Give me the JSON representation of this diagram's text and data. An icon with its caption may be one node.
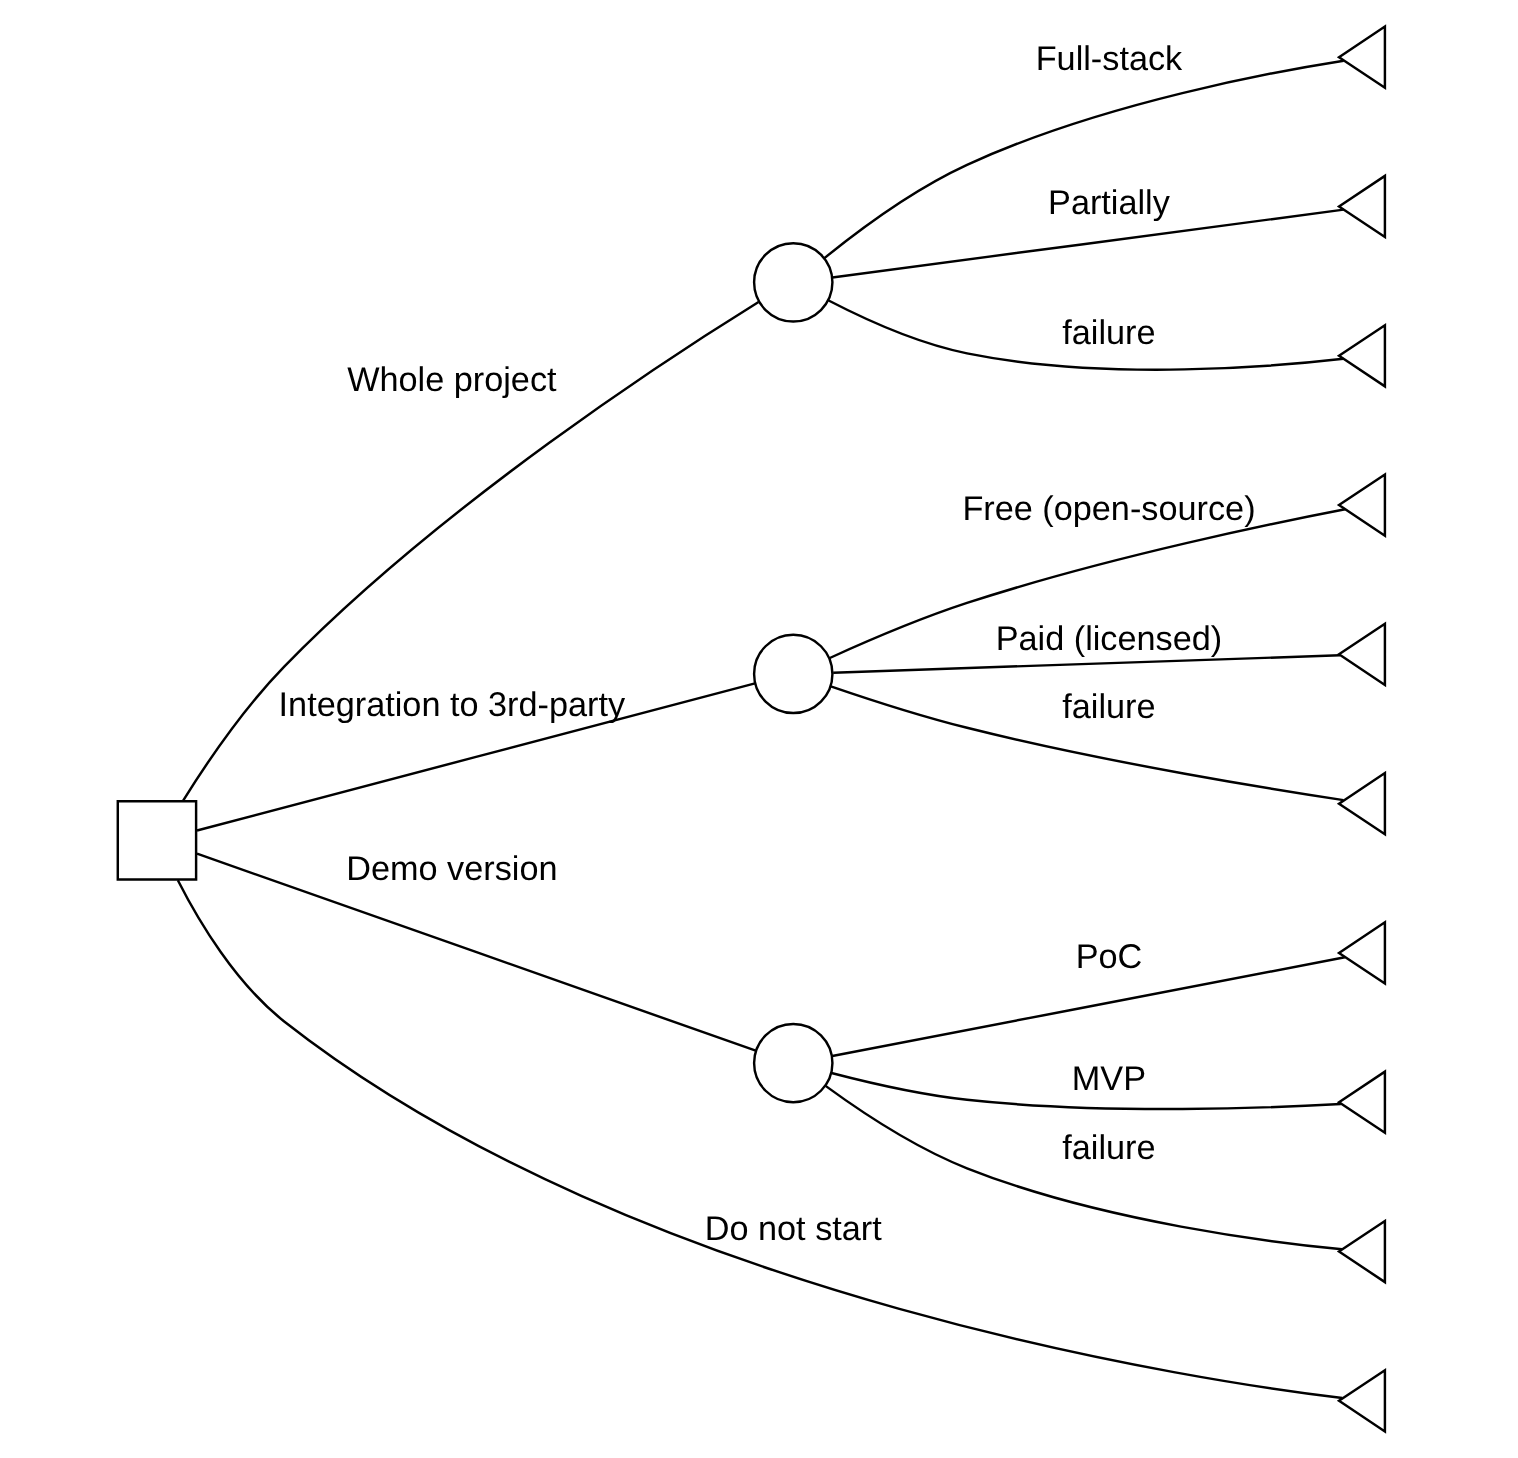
{
  "diagram": {
    "nodes": [
      {
        "text": [],
        "shape": "box"
      },
      {
        "text": [],
        "shape": "circle"
      },
      {
        "text": [],
        "shape": "circle"
      },
      {
        "text": [],
        "shape": "circle"
      },
      {
        "text": [],
        "shape": "triangle"
      },
      {
        "text": [],
        "shape": "triangle"
      },
      {
        "text": [],
        "shape": "triangle"
      },
      {
        "text": [],
        "shape": "triangle"
      },
      {
        "text": [],
        "shape": "triangle"
      },
      {
        "text": [],
        "shape": "triangle"
      },
      {
        "text": [],
        "shape": "triangle"
      },
      {
        "text": [],
        "shape": "triangle"
      },
      {
        "text": [],
        "shape": "triangle"
      },
      {
        "text": [],
        "shape": "triangle"
      }
    ],
    "edges": [
      {
        "from": 0,
        "to": 1,
        "arrow": "none",
        "label": "Whole project"
      },
      {
        "from": 0,
        "to": 2,
        "arrow": "none",
        "label": "Integration to 3rd-party"
      },
      {
        "from": 0,
        "to": 3,
        "arrow": "none",
        "label": "Demo version"
      },
      {
        "from": 0,
        "to": 13,
        "arrow": "none",
        "label": "Do not start"
      },
      {
        "from": 1,
        "to": 4,
        "arrow": "none",
        "label": "Full-stack"
      },
      {
        "from": 1,
        "to": 5,
        "arrow": "none",
        "label": "Partially"
      },
      {
        "from": 1,
        "to": 6,
        "arrow": "none",
        "label": "failure"
      },
      {
        "from": 2,
        "to": 7,
        "arrow": "none",
        "label": "Free (open-source)"
      },
      {
        "from": 2,
        "to": 8,
        "arrow": "none",
        "label": "Paid (licensed)"
      },
      {
        "from": 2,
        "to": 9,
        "arrow": "none",
        "label": "failure"
      },
      {
        "from": 3,
        "to": 10,
        "arrow": "none",
        "label": "PoC"
      },
      {
        "from": 3,
        "to": 11,
        "arrow": "none",
        "label": "MVP"
      },
      {
        "from": 3,
        "to": 12,
        "arrow": "none",
        "label": "failure"
      }
    ]
  }
}
